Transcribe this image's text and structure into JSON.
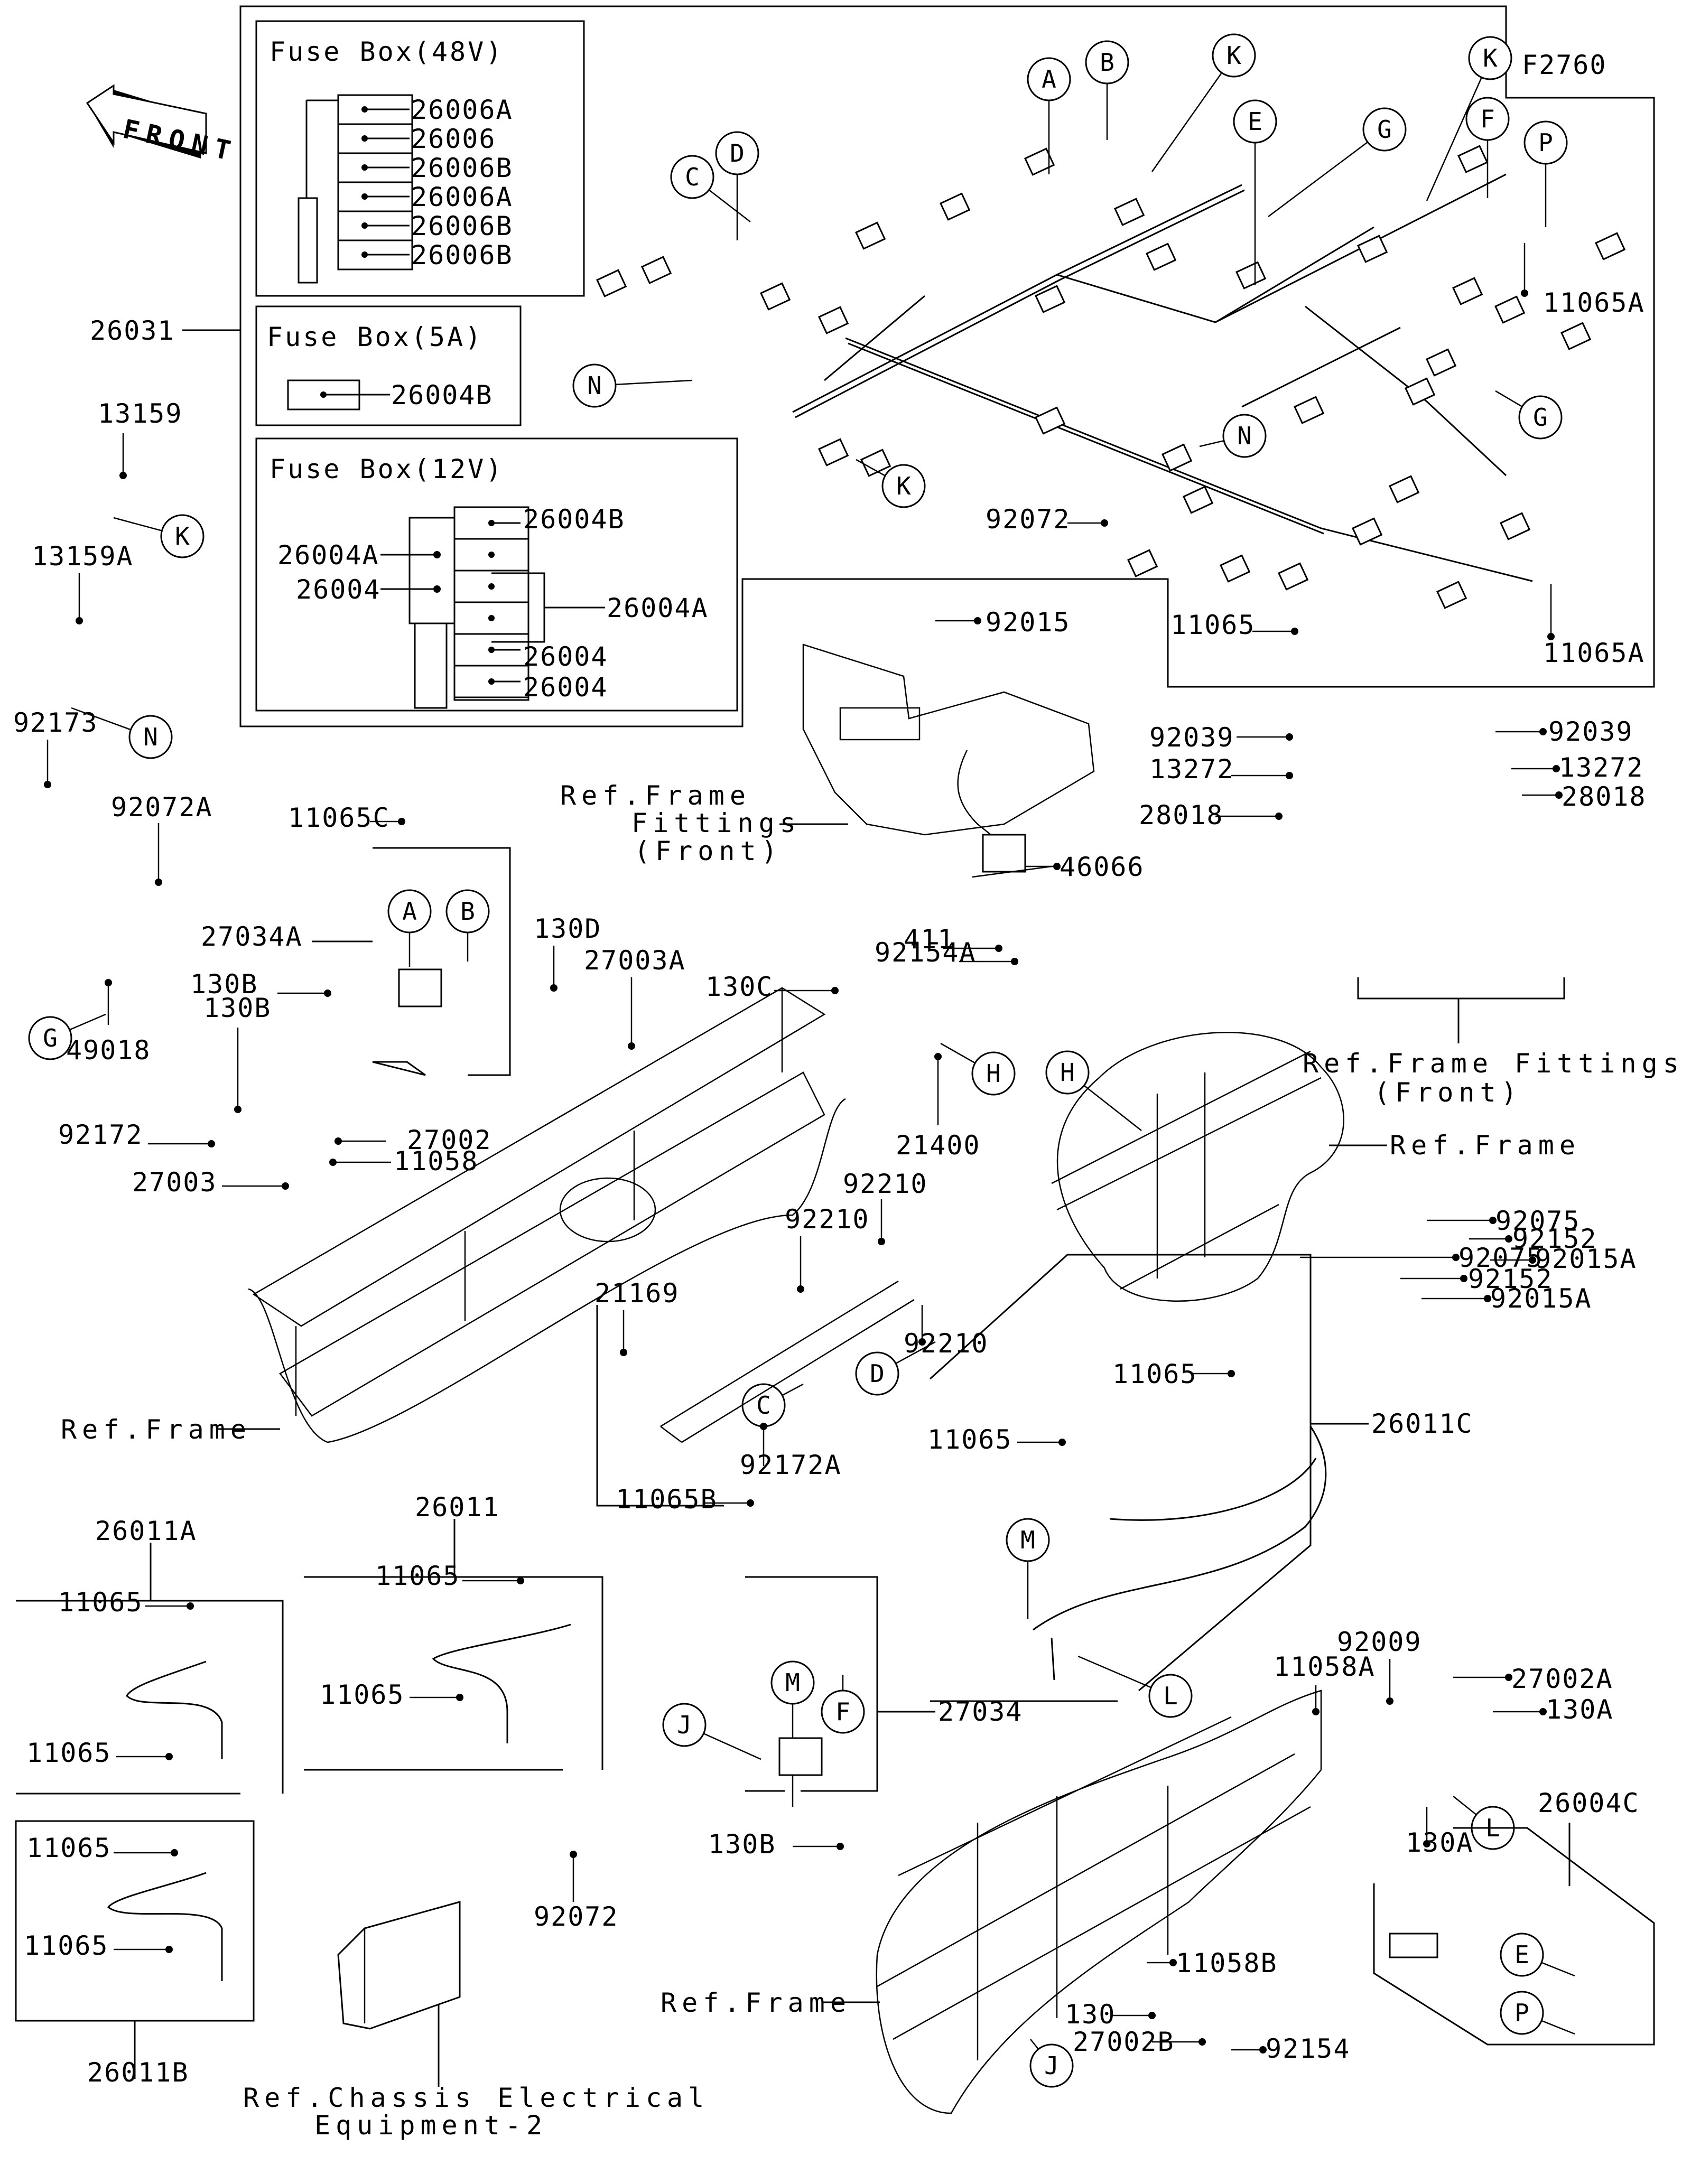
{
  "figure_id": "F2760",
  "front_arrow": {
    "label": "FRONT",
    "icon": "front-direction-arrow"
  },
  "fuse_boxes": [
    {
      "title": "Fuse Box(48V)",
      "items": [
        "26006A",
        "26006",
        "26006B",
        "26006A",
        "26006B",
        "26006B"
      ]
    },
    {
      "title": "Fuse Box(5A)",
      "items": [
        "26004B"
      ]
    },
    {
      "title": "Fuse Box(12V)",
      "left_items": [
        "26004A",
        "26004"
      ],
      "right_items": [
        "26004B",
        "26004A",
        "26004",
        "26004"
      ]
    }
  ],
  "main_harness": {
    "part": "26031"
  },
  "callouts": [
    "A",
    "B",
    "C",
    "D",
    "E",
    "F",
    "G",
    "H",
    "J",
    "K",
    "L",
    "M",
    "N",
    "P"
  ],
  "labels": {
    "l13159": "13159",
    "l13159A": "13159A",
    "l92173": "92173",
    "l92072A": "92072A",
    "l11065C": "11065C",
    "l27034A": "27034A",
    "l130B_1": "130B",
    "l49018": "49018",
    "l130B_2": "130B",
    "l92172": "92172",
    "l27002": "27002",
    "l11058": "11058",
    "l27003": "27003",
    "l130D": "130D",
    "l27003A": "27003A",
    "l130C": "130C",
    "l21400": "21400",
    "l92015": "92015",
    "l46066": "46066",
    "l411": "411",
    "l92154A": "92154A",
    "l92072_top": "92072",
    "l11065_top": "11065",
    "l11065A_1": "11065A",
    "l11065A_2": "11065A",
    "l92039_1": "92039",
    "l92039_2": "92039",
    "l13272_1": "13272",
    "l13272_2": "13272",
    "l28018_1": "28018",
    "l28018_2": "28018",
    "l92075_1": "92075",
    "l92075_2": "92075",
    "l92152_1": "92152",
    "l92152_2": "92152",
    "l92015A_1": "92015A",
    "l92015A_2": "92015A",
    "l92210_1": "92210",
    "l92210_2": "92210",
    "l92210_3": "92210",
    "l21169": "21169",
    "l92172A": "92172A",
    "l26011C": "26011C",
    "l11065_c1": "11065",
    "l11065_c2": "11065",
    "l11065B": "11065B",
    "l27034": "27034",
    "l130B_3": "130B",
    "l26011A": "26011A",
    "l26011": "26011",
    "l26011B": "26011B",
    "l11065_a1": "11065",
    "l11065_a2": "11065",
    "l11065_b1": "11065",
    "l11065_b2": "11065",
    "l11065_m1": "11065",
    "l11065_m2": "11065",
    "l92072_bottom": "92072",
    "l92009": "92009",
    "l11058A": "11058A",
    "l27002A": "27002A",
    "l130A_1": "130A",
    "l130A_2": "130A",
    "l26004C": "26004C",
    "l11058B": "11058B",
    "l130": "130",
    "l27002B": "27002B",
    "l92154": "92154"
  },
  "references": {
    "frame_fittings_front_1": [
      "Ref.Frame",
      "Fittings",
      "(Front)"
    ],
    "frame_fittings_front_2": [
      "Ref.Frame Fittings",
      "(Front)"
    ],
    "ref_frame_right": "Ref.Frame",
    "ref_frame_left": "Ref.Frame",
    "ref_frame_bottom": "Ref.Frame",
    "chassis_electrical": [
      "Ref.Chassis Electrical",
      "Equipment-2"
    ]
  }
}
